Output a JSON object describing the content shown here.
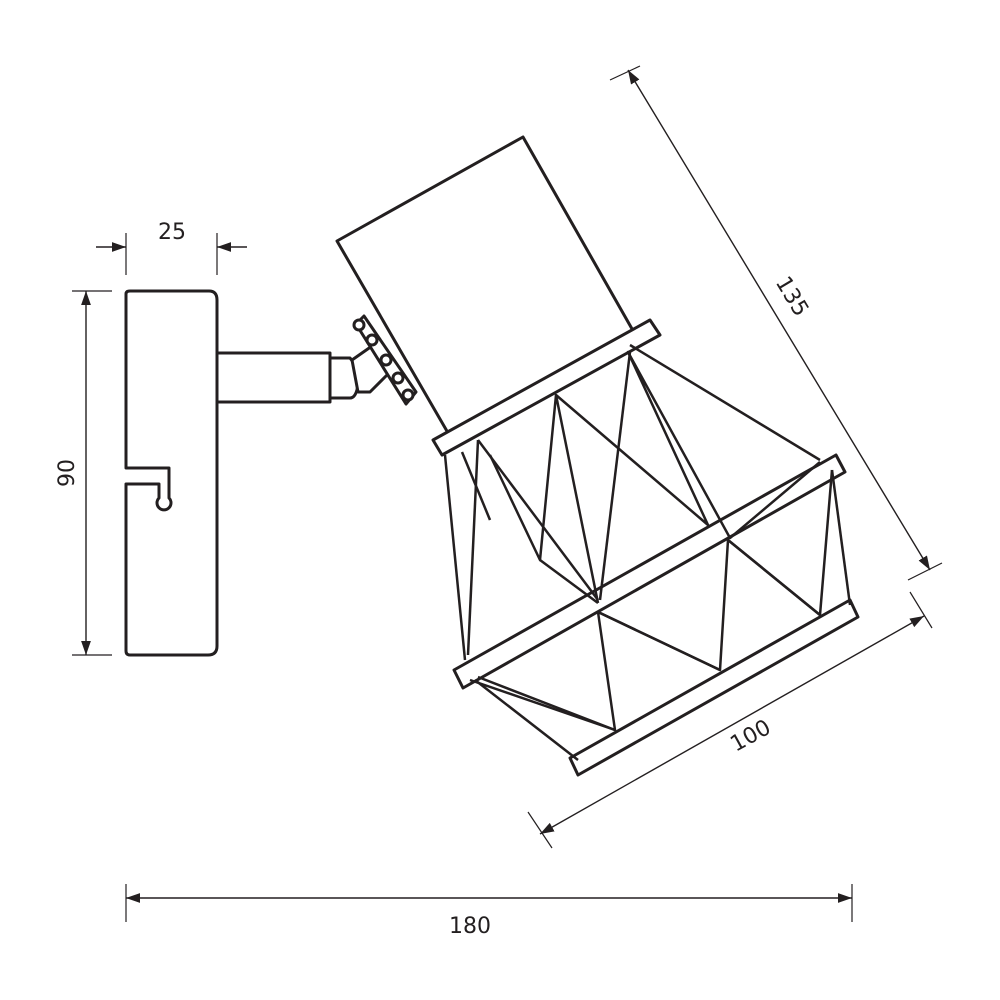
{
  "dimensions": {
    "base_depth": "25",
    "base_height": "90",
    "shade_length": "135",
    "shade_diameter": "100",
    "total_width": "180"
  }
}
